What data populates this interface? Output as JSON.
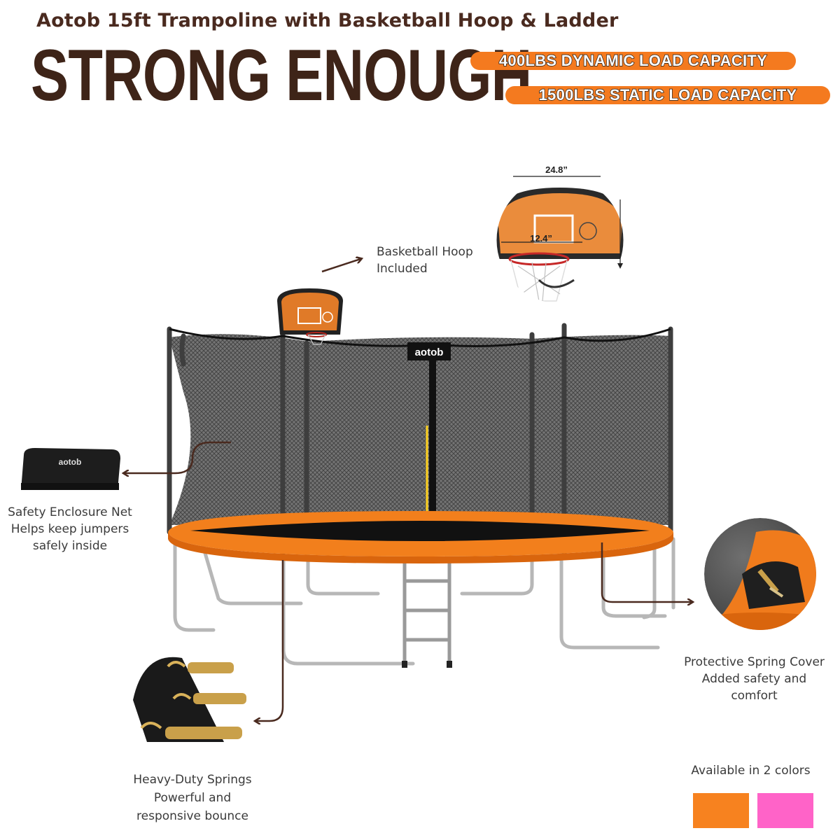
{
  "header": {
    "subtitle": "Aotob 15ft Trampoline with Basketball Hoop & Ladder",
    "headline": "STRONG ENOUGH"
  },
  "badges": {
    "dynamic_load": "400LBS DYNAMIC LOAD CAPACITY",
    "static_load": "1500LBS STATIC LOAD CAPACITY"
  },
  "callouts": {
    "hoop": {
      "line1": "Basketball Hoop",
      "line2": "Included"
    },
    "net": {
      "line1": "Safety Enclosure Net",
      "line2": "Helps keep jumpers",
      "line3": "safely inside"
    },
    "cover": {
      "line1": "Protective Spring Cover",
      "line2": "Added safety and",
      "line3": "comfort"
    },
    "springs": {
      "line1": "Heavy-Duty Springs",
      "line2": "Powerful and",
      "line3": "responsive bounce"
    }
  },
  "hoop_dimensions": {
    "width": "24.8”",
    "rim": "12.4”"
  },
  "brand": {
    "logo_text": "aotob",
    "bag_logo_text": "aotob"
  },
  "colors_section": {
    "label": "Available in 2 colors",
    "swatches": [
      "#f7821f",
      "#ff63c8"
    ]
  },
  "palette": {
    "accent_orange": "#f47a1f",
    "heading_brown": "#3e2418",
    "arrow_brown": "#4a2a1f"
  }
}
